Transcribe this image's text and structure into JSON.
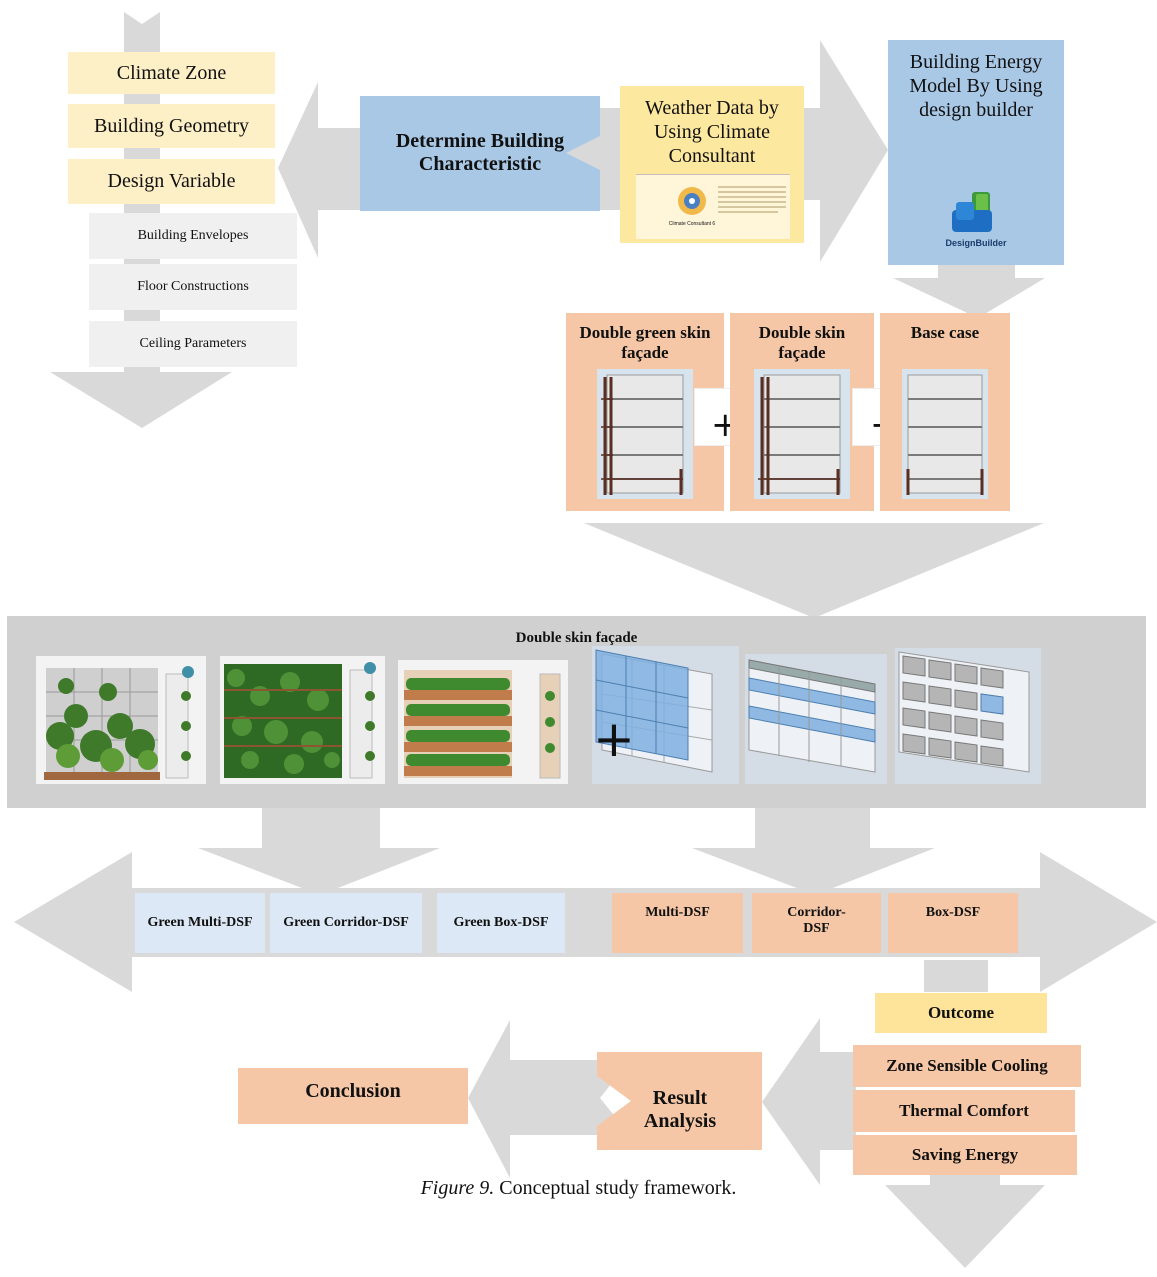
{
  "inputs": {
    "variables": [
      "Climate Zone",
      "Building Geometry",
      "Design Variable"
    ],
    "design_variables": [
      "Building Envelopes",
      "Floor Constructions",
      "Ceiling Parameters"
    ]
  },
  "process": {
    "determine": "Determine Building Characteristic",
    "weather": "Weather Data by Using Climate Consultant",
    "weather_logo_text": "Climate Consultant 6",
    "energy_model": "Building Energy Model By Using design builder",
    "designbuilder_logo": "DesignBuilder"
  },
  "cases": [
    {
      "title": "Double green skin façade"
    },
    {
      "title": "Double skin façade"
    },
    {
      "title": "Base case"
    }
  ],
  "plus_symbol": "+",
  "dsf_panel_title": "Double skin façade",
  "configurations": {
    "green": [
      "Green Multi-DSF",
      "Green Corridor-DSF",
      "Green Box-DSF"
    ],
    "dsf": [
      "Multi-DSF",
      "Corridor-DSF",
      "Box-DSF"
    ]
  },
  "outcome": {
    "title": "Outcome",
    "items": [
      "Zone Sensible Cooling",
      "Thermal Comfort",
      "Saving Energy"
    ]
  },
  "result_analysis": "Result Analysis",
  "conclusion": "Conclusion",
  "caption": {
    "label": "Figure 9.",
    "text": " Conceptual study framework."
  },
  "colors": {
    "arrow": "#d9d9d9",
    "yellow": "#fdefc6",
    "blue": "#a9c8e6",
    "light_blue": "#dce8f5",
    "peach": "#f5c7a6",
    "outcome_yellow": "#fde49a"
  }
}
